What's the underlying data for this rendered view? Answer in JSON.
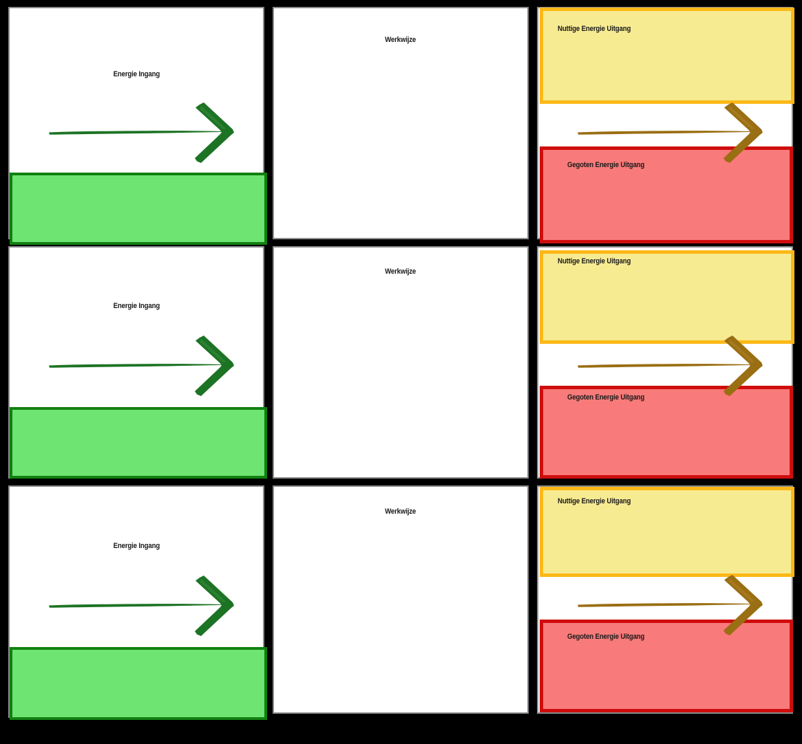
{
  "board": {
    "title": "Energie Ingang / Werkwijze / Energie Uitgang storyboard",
    "rows": 3,
    "columns": 3,
    "background_color": "#000000",
    "panel_border_color": "#8c8c8c",
    "panel_fill_color": "#ffffff"
  },
  "labels": {
    "energy_input": "Energie Ingang",
    "method": "Werkwijze",
    "useful_energy_output": "Nuttige Energie Uitgang",
    "wasted_energy_output": "Gegoten Energie Uitgang"
  },
  "colors": {
    "green_fill": "#6ee472",
    "green_border": "#118011",
    "green_arrow": "#1d7324",
    "yellow_fill": "#f7eb92",
    "yellow_border": "#fcb816",
    "red_fill": "#f97a7a",
    "red_border": "#cf0d0d",
    "brown_arrow": "#9a6e13",
    "panel_border": "#8c8c8c",
    "text": "#1a1a1a"
  },
  "icons": {
    "input_arrow": "right-arrow-icon",
    "output_arrow": "right-arrow-icon"
  },
  "cells": [
    {
      "row": 1,
      "column": 1,
      "caption": "Energie Ingang",
      "arrow": "right-arrow-icon",
      "arrow_color": "#1d7324",
      "block": "green"
    },
    {
      "row": 1,
      "column": 2,
      "caption": "Werkwijze",
      "arrow": null,
      "block": null
    },
    {
      "row": 1,
      "column": 3,
      "caption_top": "Nuttige Energie Uitgang",
      "caption_bottom": "Gegoten Energie Uitgang",
      "arrow": "right-arrow-icon",
      "arrow_color": "#9a6e13",
      "block_top": "yellow",
      "block_bottom": "red"
    },
    {
      "row": 2,
      "column": 1,
      "caption": "Energie Ingang",
      "arrow": "right-arrow-icon",
      "arrow_color": "#1d7324",
      "block": "green"
    },
    {
      "row": 2,
      "column": 2,
      "caption": "Werkwijze",
      "arrow": null,
      "block": null
    },
    {
      "row": 2,
      "column": 3,
      "caption_top": "Nuttige Energie Uitgang",
      "caption_bottom": "Gegoten Energie Uitgang",
      "arrow": "right-arrow-icon",
      "arrow_color": "#9a6e13",
      "block_top": "yellow",
      "block_bottom": "red"
    },
    {
      "row": 3,
      "column": 1,
      "caption": "Energie Ingang",
      "arrow": "right-arrow-icon",
      "arrow_color": "#1d7324",
      "block": "green"
    },
    {
      "row": 3,
      "column": 2,
      "caption": "Werkwijze",
      "arrow": null,
      "block": null
    },
    {
      "row": 3,
      "column": 3,
      "caption_top": "Nuttige Energie Uitgang",
      "caption_bottom": "Gegoten Energie Uitgang",
      "arrow": "right-arrow-icon",
      "arrow_color": "#9a6e13",
      "block_top": "yellow",
      "block_bottom": "red"
    }
  ]
}
